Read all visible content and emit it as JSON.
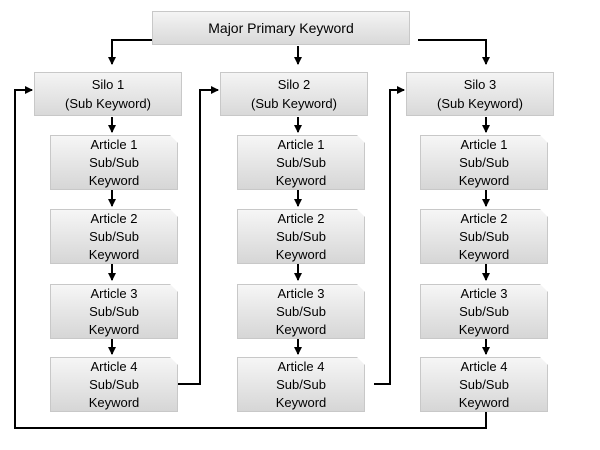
{
  "top": {
    "label": "Major Primary Keyword"
  },
  "silos": [
    {
      "title": "Silo 1",
      "subtitle": "(Sub Keyword)",
      "articles": [
        {
          "title": "Article 1",
          "line2": "Sub/Sub",
          "line3": "Keyword"
        },
        {
          "title": "Article 2",
          "line2": "Sub/Sub",
          "line3": "Keyword"
        },
        {
          "title": "Article 3",
          "line2": "Sub/Sub",
          "line3": "Keyword"
        },
        {
          "title": "Article 4",
          "line2": "Sub/Sub",
          "line3": "Keyword"
        }
      ]
    },
    {
      "title": "Silo 2",
      "subtitle": "(Sub Keyword)",
      "articles": [
        {
          "title": "Article 1",
          "line2": "Sub/Sub",
          "line3": "Keyword"
        },
        {
          "title": "Article 2",
          "line2": "Sub/Sub",
          "line3": "Keyword"
        },
        {
          "title": "Article 3",
          "line2": "Sub/Sub",
          "line3": "Keyword"
        },
        {
          "title": "Article 4",
          "line2": "Sub/Sub",
          "line3": "Keyword"
        }
      ]
    },
    {
      "title": "Silo 3",
      "subtitle": "(Sub Keyword)",
      "articles": [
        {
          "title": "Article 1",
          "line2": "Sub/Sub",
          "line3": "Keyword"
        },
        {
          "title": "Article 2",
          "line2": "Sub/Sub",
          "line3": "Keyword"
        },
        {
          "title": "Article 3",
          "line2": "Sub/Sub",
          "line3": "Keyword"
        },
        {
          "title": "Article 4",
          "line2": "Sub/Sub",
          "line3": "Keyword"
        }
      ]
    }
  ]
}
